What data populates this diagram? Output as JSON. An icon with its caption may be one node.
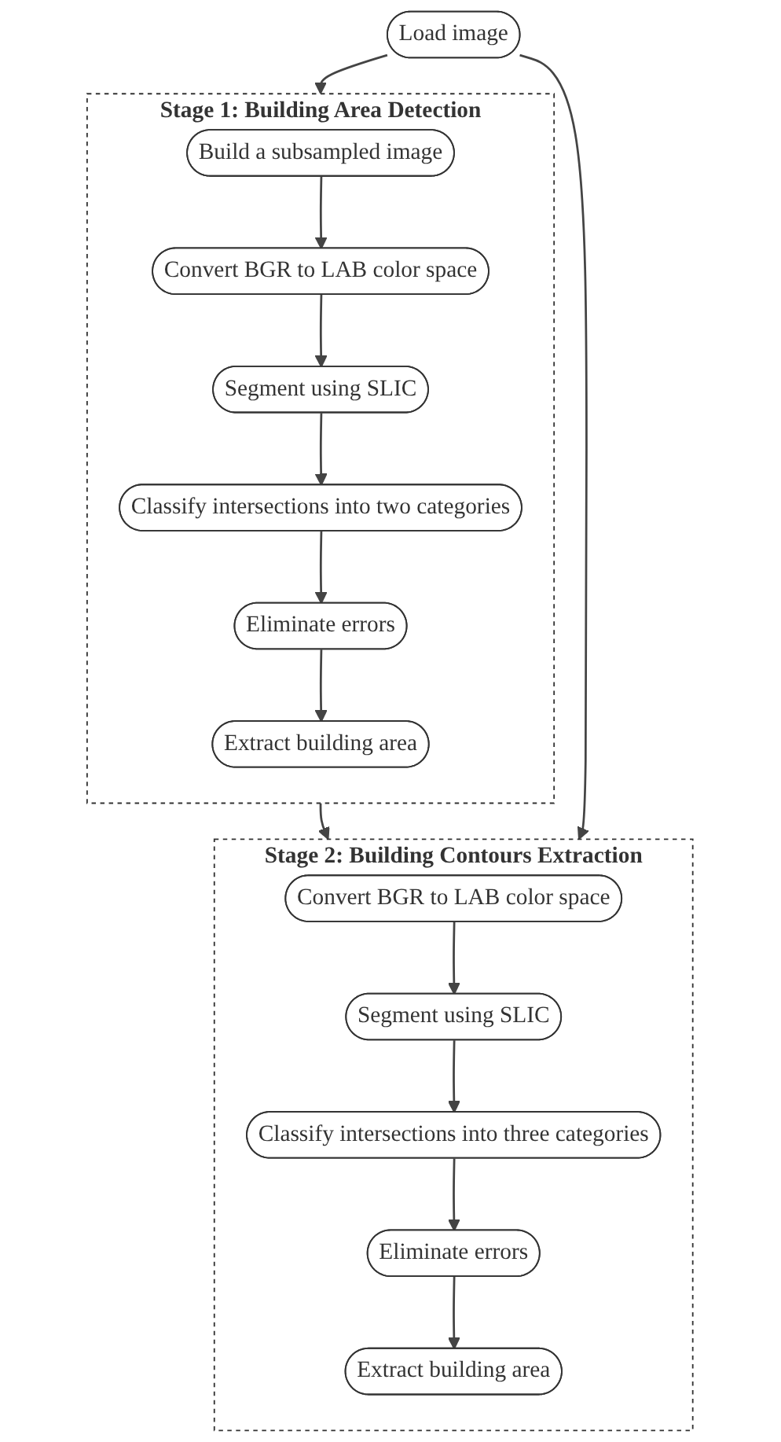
{
  "diagram": {
    "nodes": [
      {
        "text": [
          "Load image"
        ]
      },
      {
        "text": [
          "Stage 1: Building Area Detection"
        ]
      },
      {
        "text": [
          "Build a subsampled image"
        ],
        "in": 1
      },
      {
        "text": [
          "Convert BGR to LAB color space"
        ],
        "in": 1
      },
      {
        "text": [
          "Segment using SLIC"
        ],
        "in": 1
      },
      {
        "text": [
          "Classify intersections into two categories"
        ],
        "in": 1
      },
      {
        "text": [
          "Eliminate errors"
        ],
        "in": 1
      },
      {
        "text": [
          "Extract building area"
        ],
        "in": 1
      },
      {
        "text": [
          "Stage 2: Building Contours Extraction"
        ]
      },
      {
        "text": [
          "Convert BGR to LAB color space"
        ],
        "in": 8
      },
      {
        "text": [
          "Segment using SLIC"
        ],
        "in": 8
      },
      {
        "text": [
          "Classify intersections into three categories"
        ],
        "in": 8
      },
      {
        "text": [
          "Eliminate errors"
        ],
        "in": 8
      },
      {
        "text": [
          "Extract building area"
        ],
        "in": 8
      }
    ],
    "edges": [
      {
        "from": 0,
        "to": 1,
        "arrow": "to"
      },
      {
        "from": 2,
        "to": 3,
        "arrow": "to"
      },
      {
        "from": 3,
        "to": 4,
        "arrow": "to"
      },
      {
        "from": 4,
        "to": 5,
        "arrow": "to"
      },
      {
        "from": 5,
        "to": 6,
        "arrow": "to"
      },
      {
        "from": 6,
        "to": 7,
        "arrow": "to"
      },
      {
        "from": 1,
        "to": 8,
        "arrow": "to"
      },
      {
        "from": 0,
        "to": 8,
        "arrow": "to"
      },
      {
        "from": 9,
        "to": 10,
        "arrow": "to"
      },
      {
        "from": 10,
        "to": 11,
        "arrow": "to"
      },
      {
        "from": 11,
        "to": 12,
        "arrow": "to"
      },
      {
        "from": 12,
        "to": 13,
        "arrow": "to"
      }
    ]
  }
}
